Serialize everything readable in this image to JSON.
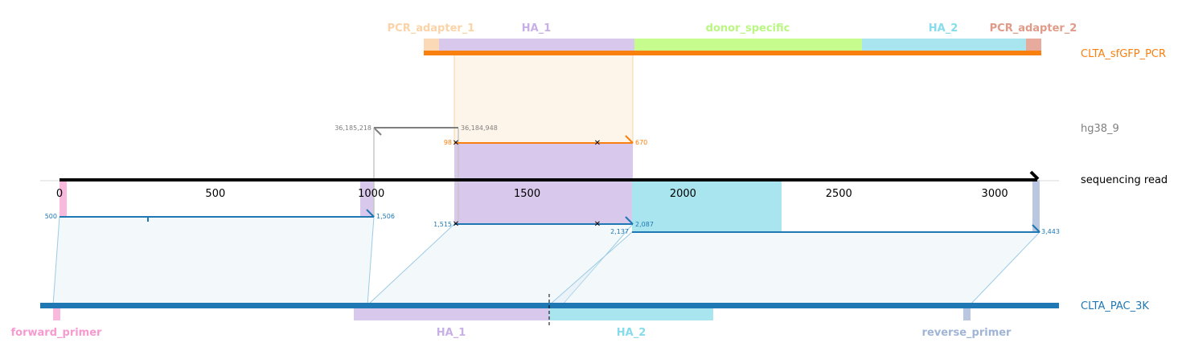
{
  "tracks": {
    "pcr": {
      "label": "CLTA_sfGFP_PCR",
      "color": "#f97f0e"
    },
    "genome": {
      "label": "hg38_9",
      "color": "#7f7f7f"
    },
    "read": {
      "label": "sequencing read",
      "color": "#000000"
    },
    "plasmid": {
      "label": "CLTA_PAC_3K",
      "color": "#1f77b4"
    }
  },
  "pcr_features": [
    {
      "name": "PCR_adapter_1",
      "color": "#fbd9b7",
      "label_color": "#fbd3a6"
    },
    {
      "name": "HA_1",
      "color": "#d8c8ec",
      "label_color": "#c8b0e6"
    },
    {
      "name": "donor_specific",
      "color": "#c6fb8d",
      "label_color": "#b9f782"
    },
    {
      "name": "HA_2",
      "color": "#a9e5ee",
      "label_color": "#86dcea"
    },
    {
      "name": "PCR_adapter_2",
      "color": "#e6ab9c",
      "label_color": "#e09b88"
    }
  ],
  "plasmid_features": [
    {
      "name": "forward_primer",
      "color": "#f8b9dc",
      "label_color": "#f79ad0"
    },
    {
      "name": "HA_1",
      "color": "#d8c8ec",
      "label_color": "#c8b0e6"
    },
    {
      "name": "HA_2",
      "color": "#a9e5ee",
      "label_color": "#86dcea"
    },
    {
      "name": "reverse_primer",
      "color": "#b9c8e0",
      "label_color": "#a0b4d6"
    }
  ],
  "read_axis": {
    "ticks": [
      "0",
      "500",
      "1000",
      "1500",
      "2000",
      "2500",
      "3000"
    ]
  },
  "coordinates": {
    "genome_left": "36,185,218",
    "genome_right": "36,184,948",
    "pcr_start": "98",
    "pcr_end": "670",
    "plasmid_seg1_start": "500",
    "plasmid_seg1_end": "1,506",
    "plasmid_seg2_start": "1,515",
    "plasmid_seg2_end": "2,087",
    "plasmid_seg3_start": "2,137",
    "plasmid_seg3_end": "3,443"
  }
}
